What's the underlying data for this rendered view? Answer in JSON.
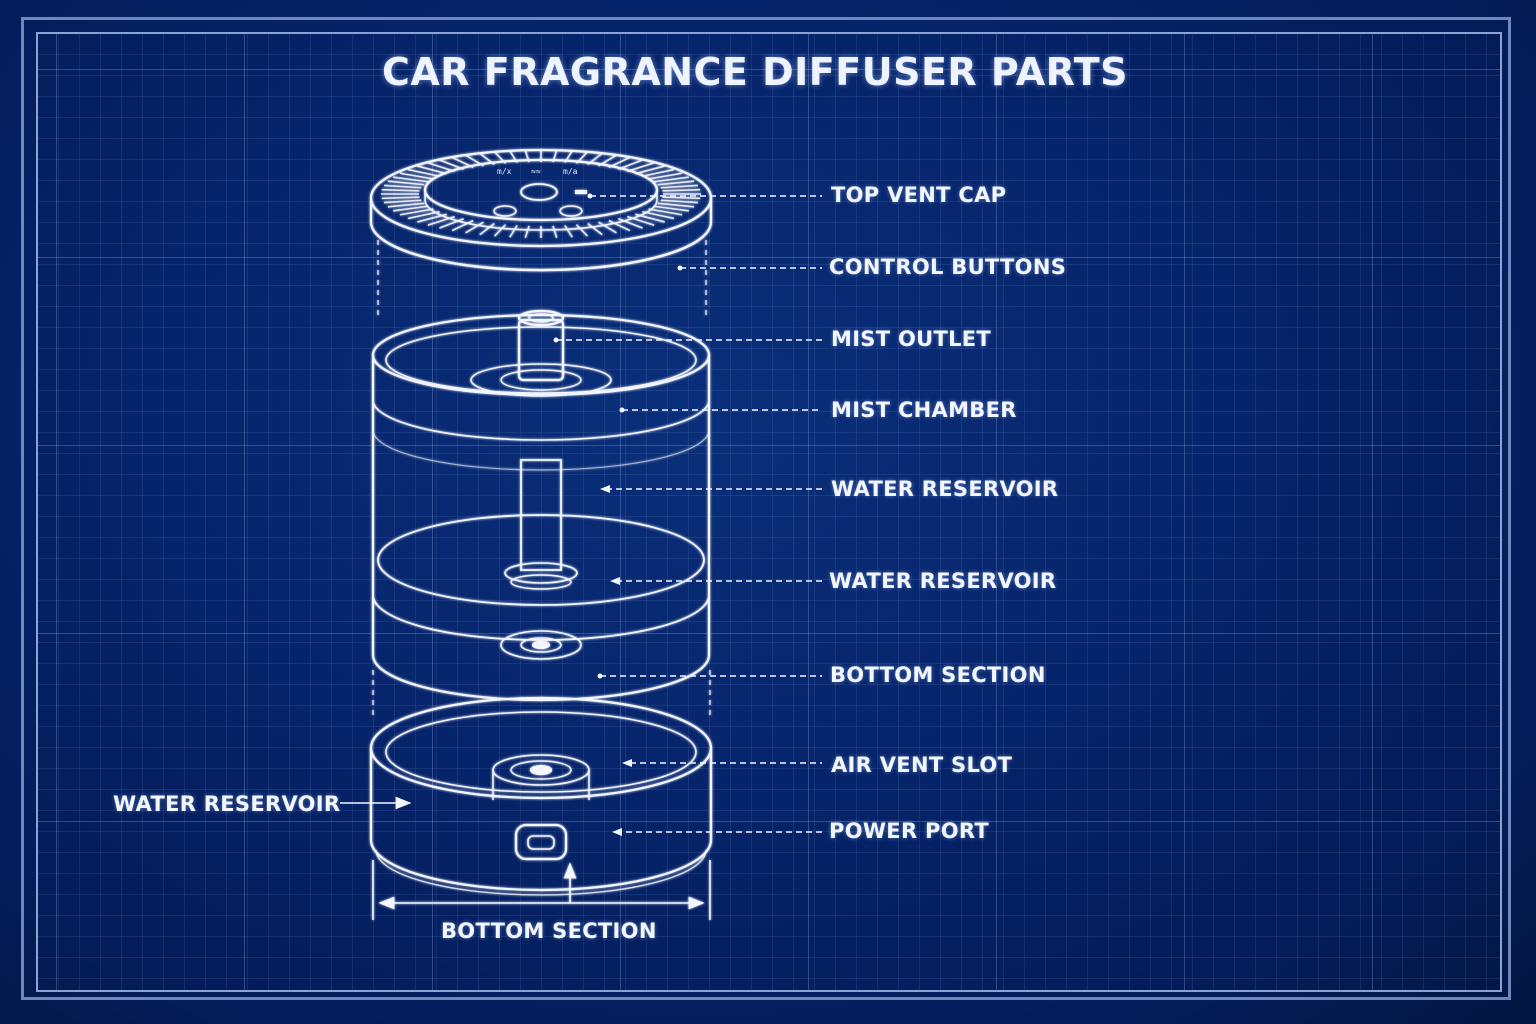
{
  "diagram": {
    "title": "CAR FRAGRANCE DIFFUSER PARTS",
    "labels": [
      {
        "id": "top-vent-cap",
        "text": "TOP VENT CAP"
      },
      {
        "id": "control-buttons",
        "text": "CONTROL BUTTONS"
      },
      {
        "id": "mist-outlet",
        "text": "MIST OUTLET"
      },
      {
        "id": "mist-chamber",
        "text": "MIST CHAMBER"
      },
      {
        "id": "water-reservoir-1",
        "text": "WATER RESERVOIR"
      },
      {
        "id": "water-reservoir-2",
        "text": "WATER RESERVOIR"
      },
      {
        "id": "bottom-section-1",
        "text": "BOTTOM SECTION"
      },
      {
        "id": "air-vent-slot",
        "text": "AIR VENT SLOT"
      },
      {
        "id": "power-port",
        "text": "POWER PORT"
      },
      {
        "id": "water-reservoir-left",
        "text": "WATER RESERVOIR"
      },
      {
        "id": "bottom-section-dimension",
        "text": "BOTTOM SECTION"
      }
    ],
    "cap_button_marks": [
      "m/x",
      "≈≈",
      "m/a"
    ],
    "colors": {
      "background": "#06246a",
      "line": "#f3f6ff",
      "grid": "#96afe6"
    }
  }
}
